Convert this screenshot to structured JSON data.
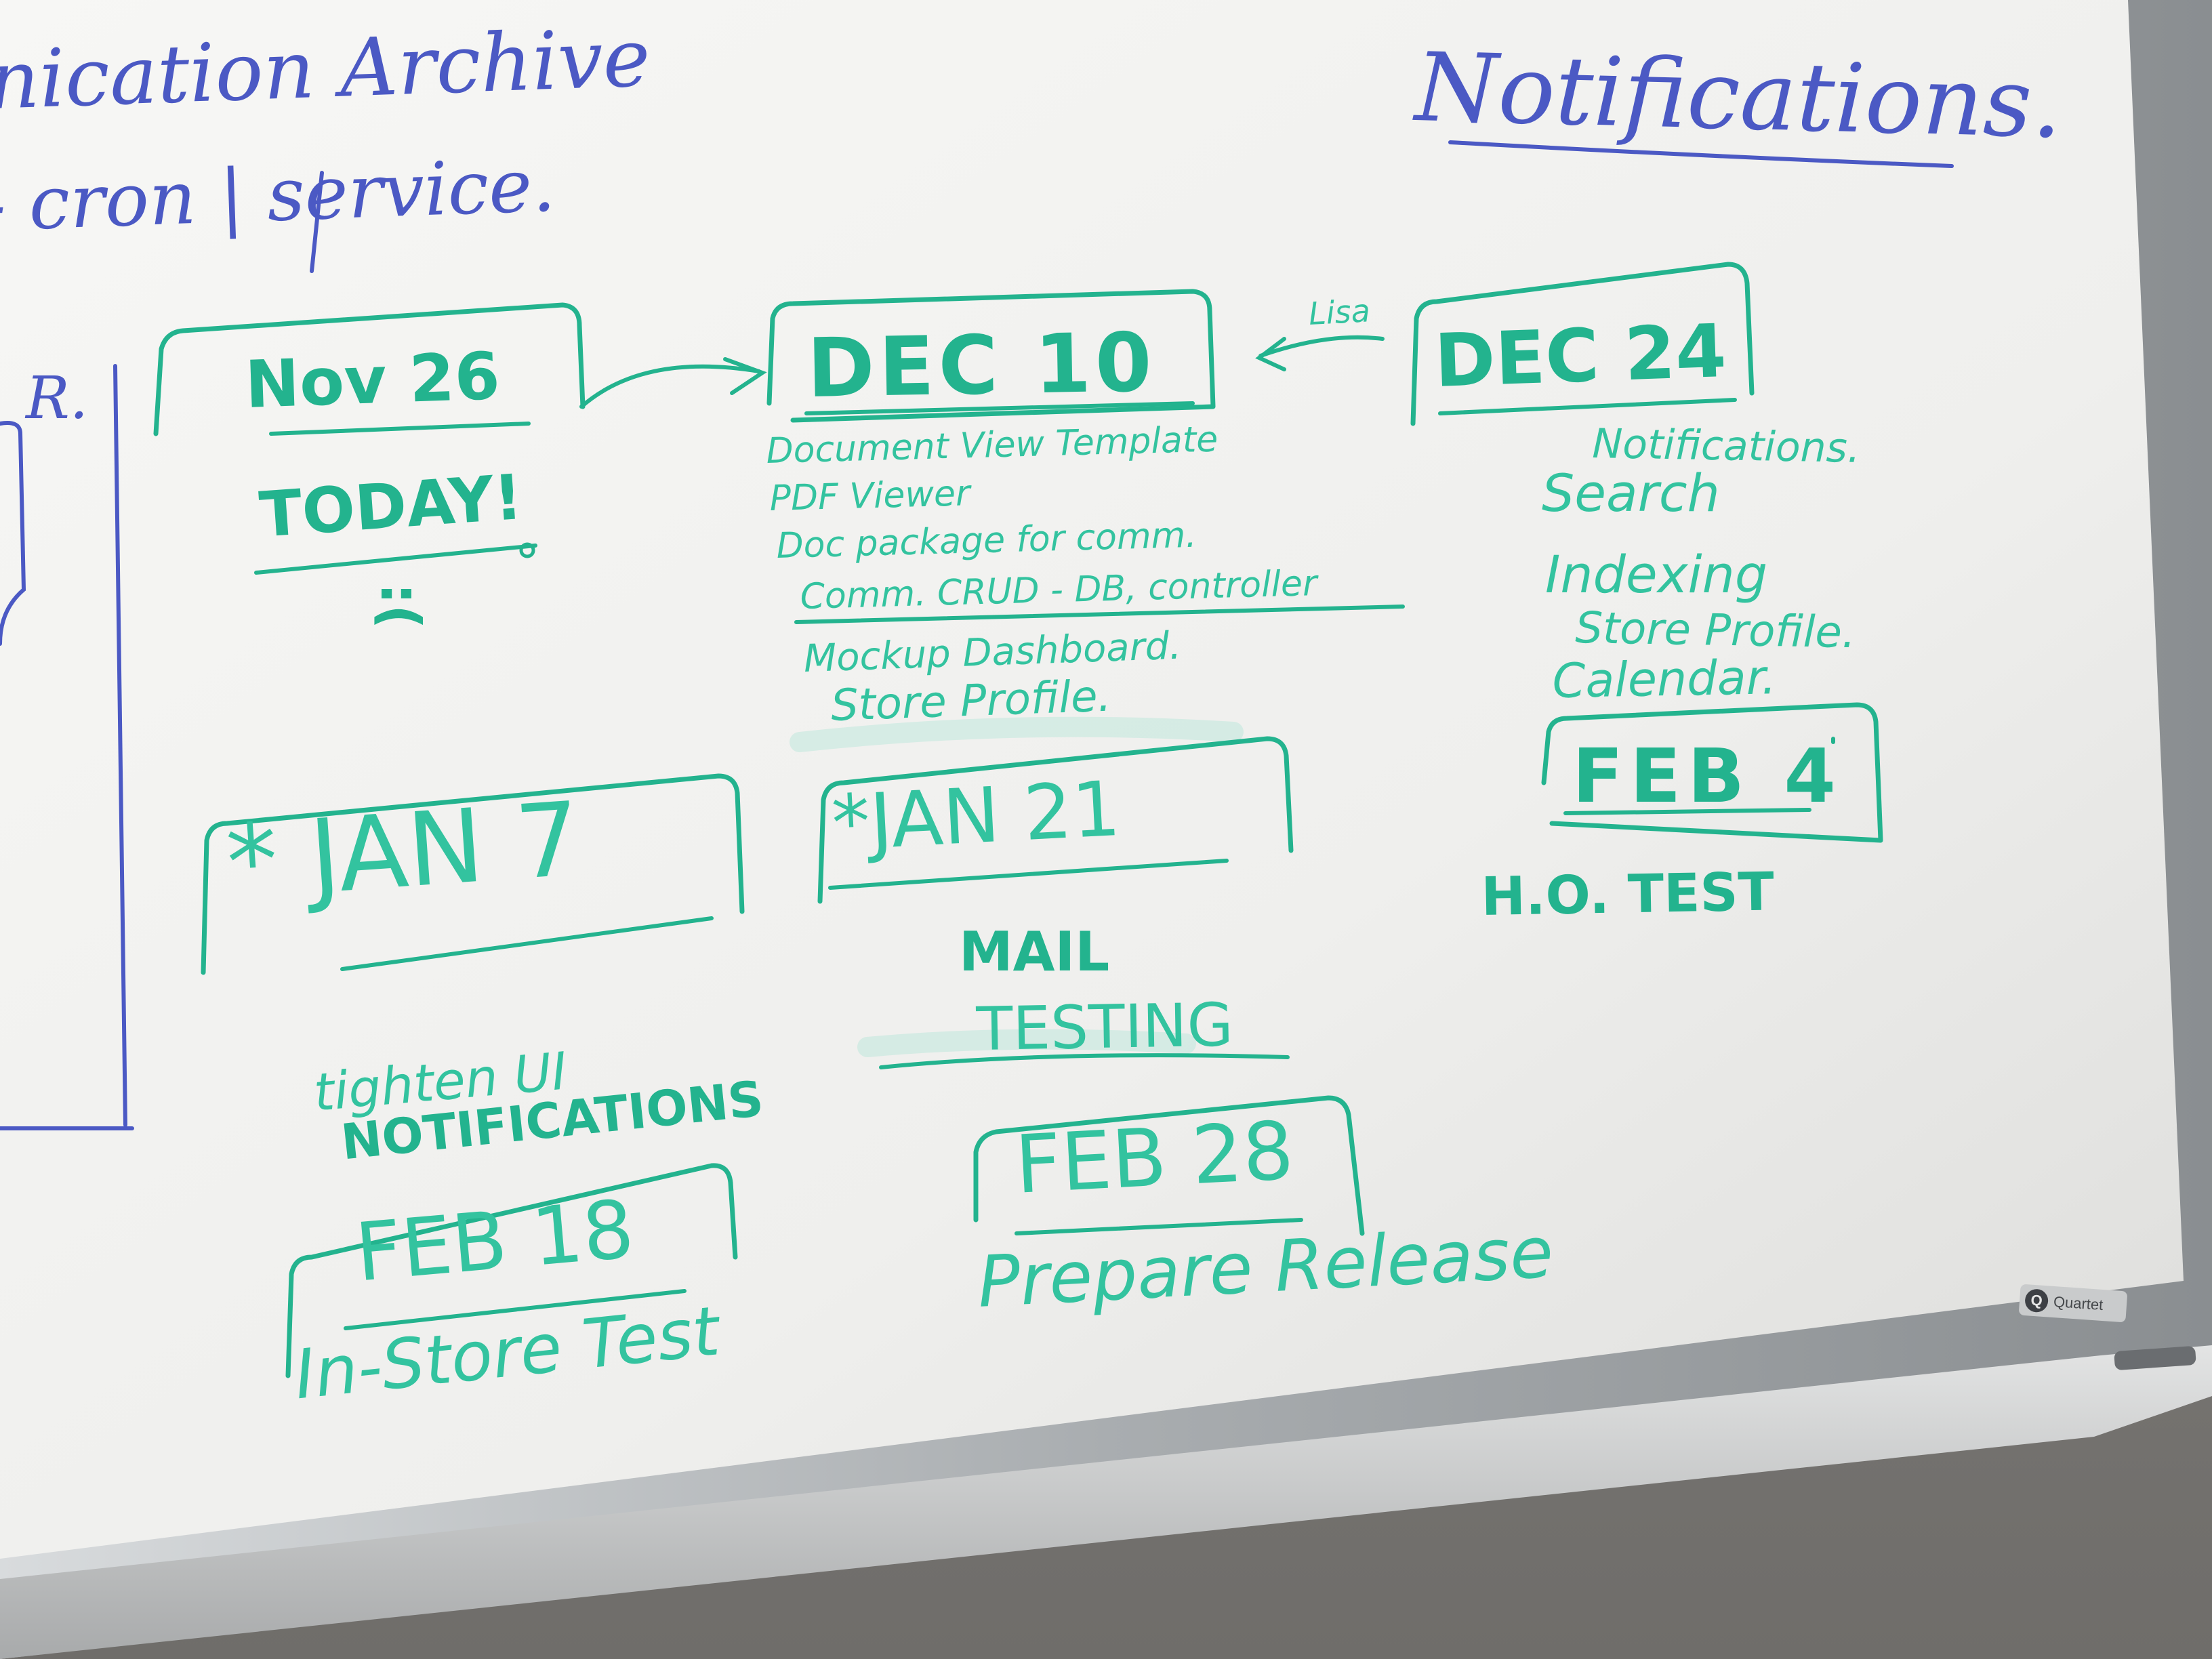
{
  "board": {
    "header_left_line1": "nication Archive",
    "header_left_line2": "- cron | service.",
    "header_right": "Notifications.",
    "left_letter": "R.",
    "brand": "Quartet"
  },
  "milestones": {
    "nov26": {
      "date": "Nov 26",
      "note": "TODAY!",
      "face": ":("
    },
    "dec10": {
      "date": "DEC 10",
      "items": [
        "Document View Template",
        "PDF Viewer",
        "Doc package for comm.",
        "Comm. CRUD - DB, controller",
        "Mockup Dashboard.",
        "Store Profile."
      ]
    },
    "arrow_label": "Lisa",
    "dec24": {
      "date": "DEC 24",
      "items": [
        "Notifications.",
        "Search",
        "Indexing",
        "Store Profile.",
        "Calendar."
      ]
    },
    "feb4": {
      "date": "FEB 4",
      "note": "H.O. TEST"
    },
    "jan7": {
      "date": "* JAN 7"
    },
    "jan21": {
      "date": "*JAN 21",
      "note_line1": "MAIL",
      "note_line2": "TESTING"
    },
    "feb18": {
      "above_line1": "tighten UI",
      "above_line2": "NOTIFICATIONS",
      "date": "FEB 18",
      "note": "In-Store Test"
    },
    "feb28": {
      "date": "FEB 28",
      "note": "Prepare Release"
    }
  },
  "colors": {
    "marker_green": "#23b38e",
    "marker_blue": "#4b59c4",
    "board_white": "#f1f1ef",
    "frame_silver": "#bfc3c6"
  }
}
